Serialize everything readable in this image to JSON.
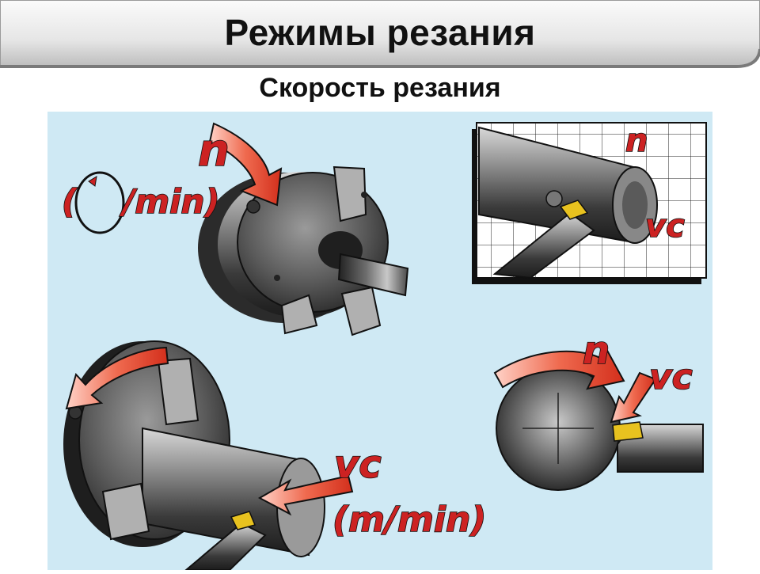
{
  "header": {
    "title": "Режимы резания",
    "subtitle": "Скорость резания"
  },
  "figure": {
    "labels": {
      "n_top": "n",
      "rpm_unit": "/min)",
      "rpm_open_paren": "(",
      "inset_n": "n",
      "inset_vc": "vc",
      "right_n": "n",
      "right_vc": "vc",
      "bottom_vc": "vc",
      "bottom_unit": "(m/min)"
    },
    "colors": {
      "panel_bg": "#cfe9f4",
      "arrow_red": "#e4442b",
      "metal_dark": "#3c3c3c",
      "metal_light": "#b9b9b9",
      "insert_gold": "#e8c21f"
    }
  }
}
